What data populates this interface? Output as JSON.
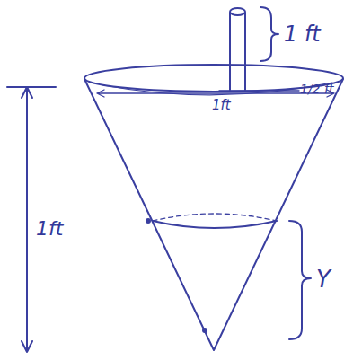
{
  "diagram": {
    "labels": [
      "1 ft",
      "1/2 ft",
      "1ft",
      "1ft",
      "Y"
    ]
  }
}
